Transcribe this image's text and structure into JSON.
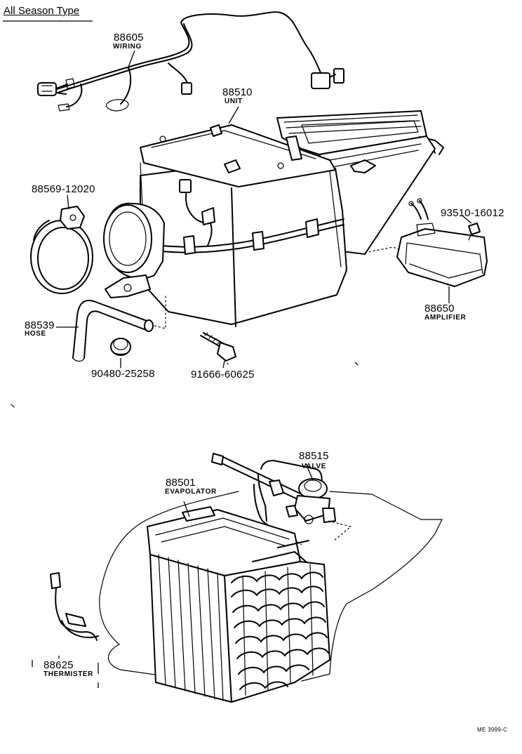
{
  "title": "All Season Type",
  "reference": "ME 3999-C",
  "parts": [
    {
      "number": "88605",
      "name": "WIRING"
    },
    {
      "number": "88510",
      "name": "UNIT"
    },
    {
      "number": "88569-12020",
      "name": ""
    },
    {
      "number": "93510-16012",
      "name": ""
    },
    {
      "number": "88539",
      "name": "HOSE"
    },
    {
      "number": "88650",
      "name": "AMPLIFIER"
    },
    {
      "number": "90480-25258",
      "name": ""
    },
    {
      "number": "91666-60625",
      "name": ""
    },
    {
      "number": "88515",
      "name": "VALVE"
    },
    {
      "number": "88501",
      "name": "EVAPOLATOR"
    },
    {
      "number": "88625",
      "name": "THERMISTER"
    }
  ]
}
